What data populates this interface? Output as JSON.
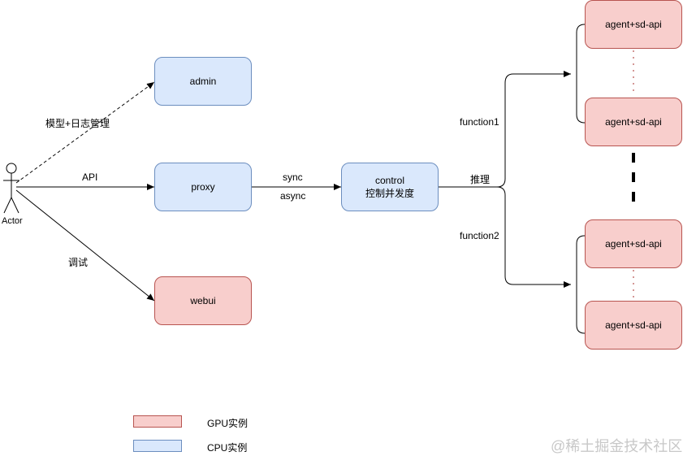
{
  "actor": {
    "label": "Actor"
  },
  "nodes": {
    "admin": "admin",
    "proxy": "proxy",
    "webui": "webui",
    "control_line1": "control",
    "control_line2": "控制并发度",
    "agent1": "agent+sd-api",
    "agent2": "agent+sd-api",
    "agent3": "agent+sd-api",
    "agent4": "agent+sd-api"
  },
  "edges": {
    "admin_label": "模型+日志管理",
    "api_label": "API",
    "webui_label": "调试",
    "sync_label": "sync",
    "async_label": "async",
    "infer_label": "推理",
    "function1_label": "function1",
    "function2_label": "function2"
  },
  "legend": {
    "gpu": "GPU实例",
    "cpu": "CPU实例"
  },
  "colors": {
    "cpu_fill": "#dae8fc",
    "cpu_stroke": "#6c8ebf",
    "gpu_fill": "#f8cecc",
    "gpu_stroke": "#b85450"
  },
  "watermark": "@稀土掘金技术社区"
}
